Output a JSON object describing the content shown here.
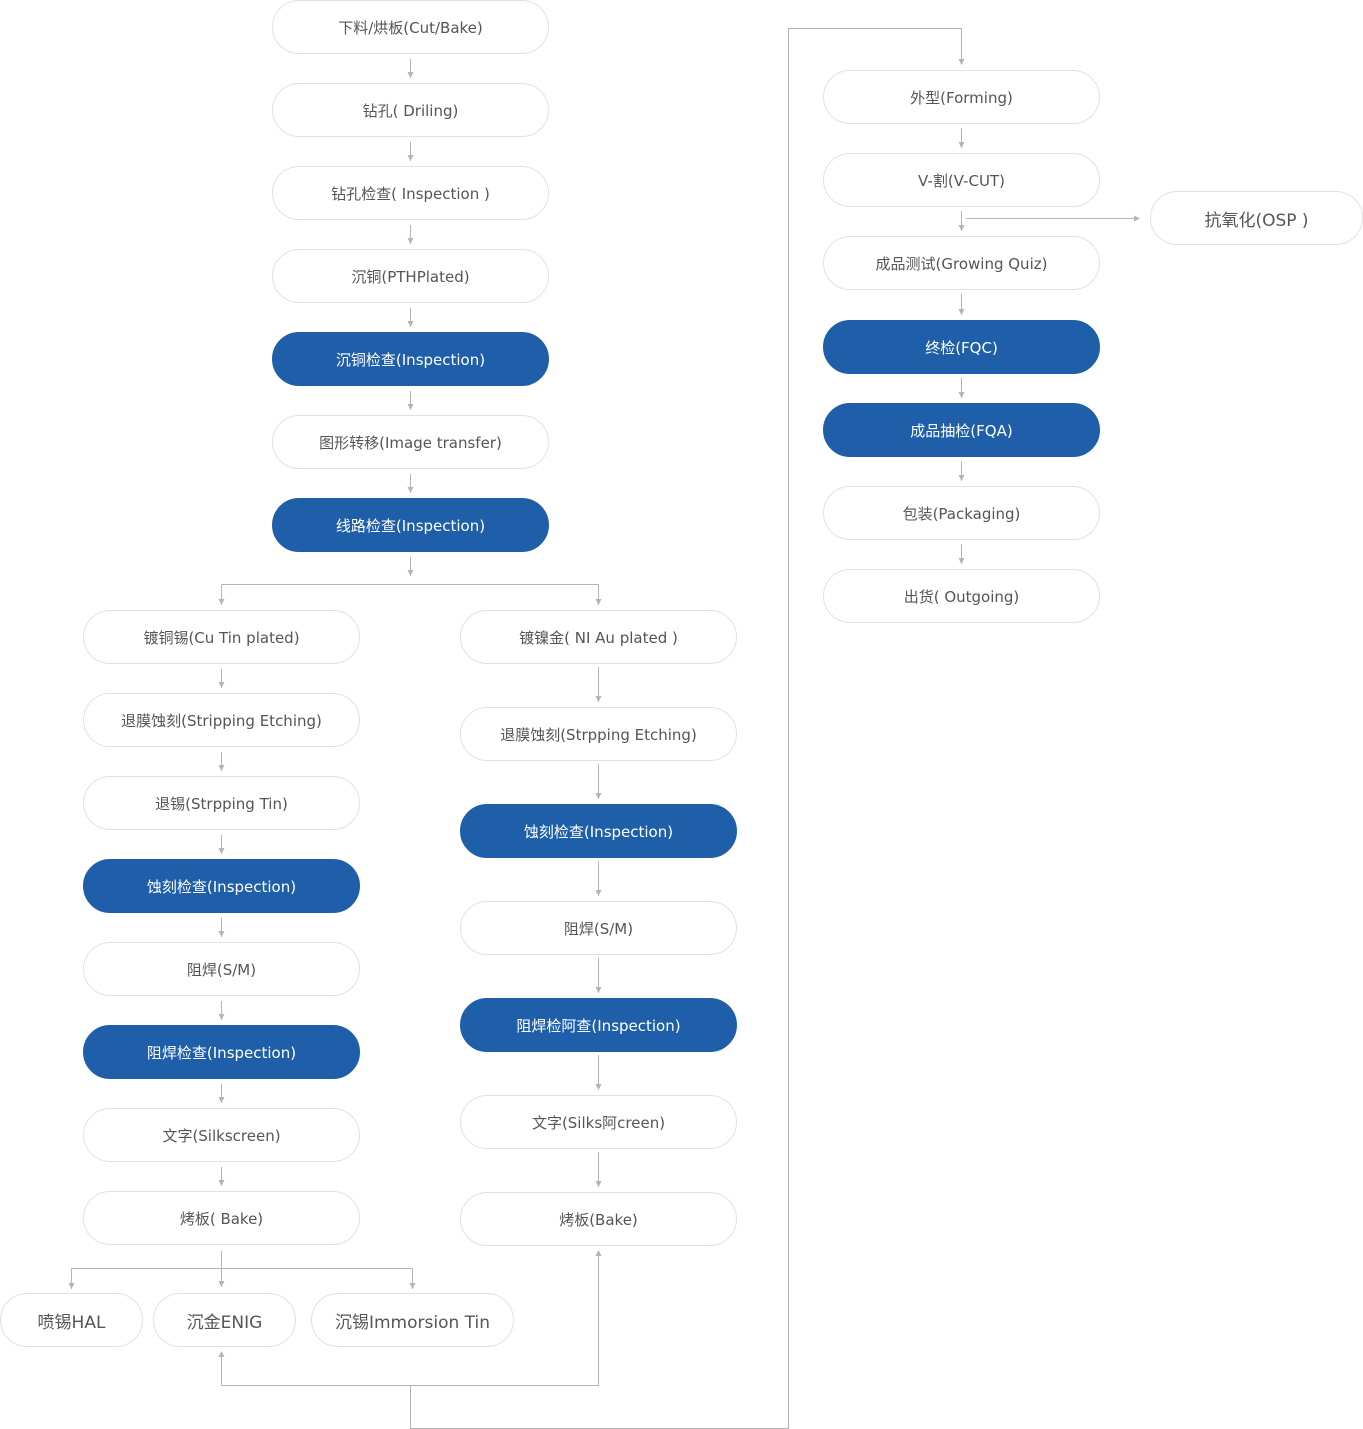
{
  "diagram": {
    "title": "",
    "main_flow": [
      {
        "id": "cut",
        "label": "下料/烘板(Cut/Bake)",
        "highlight": false
      },
      {
        "id": "drill",
        "label": "钻孔( Driling)",
        "highlight": false
      },
      {
        "id": "drill-insp",
        "label": "钻孔检查( Inspection )",
        "highlight": false
      },
      {
        "id": "pth",
        "label": "沉铜(PTHPlated)",
        "highlight": false
      },
      {
        "id": "pth-insp",
        "label": "沉铜检查(Inspection)",
        "highlight": true
      },
      {
        "id": "image",
        "label": "图形转移(Image transfer)",
        "highlight": false
      },
      {
        "id": "circuit-insp",
        "label": "线路检查(Inspection)",
        "highlight": true
      }
    ],
    "left_branch": [
      {
        "id": "cutin",
        "label": "镀铜锡(Cu Tin plated)",
        "highlight": false
      },
      {
        "id": "l-strip-etch",
        "label": "退膜蚀刻(Stripping Etching)",
        "highlight": false
      },
      {
        "id": "l-strip-tin",
        "label": "退锡(Strpping Tin)",
        "highlight": false
      },
      {
        "id": "l-etch-insp",
        "label": "蚀刻检查(Inspection)",
        "highlight": true
      },
      {
        "id": "l-sm",
        "label": "阻焊(S/M)",
        "highlight": false
      },
      {
        "id": "l-sm-insp",
        "label": "阻焊检查(Inspection)",
        "highlight": true
      },
      {
        "id": "l-silk",
        "label": "文字(Silkscreen)",
        "highlight": false
      },
      {
        "id": "l-bake",
        "label": "烤板( Bake)",
        "highlight": false
      }
    ],
    "right_branch": [
      {
        "id": "niau",
        "label": "镀镍金( NI Au plated )",
        "highlight": false
      },
      {
        "id": "r-strip-etch",
        "label": "退膜蚀刻(Strpping Etching)",
        "highlight": false
      },
      {
        "id": "r-etch-insp",
        "label": "蚀刻检查(Inspection)",
        "highlight": true
      },
      {
        "id": "r-sm",
        "label": "阻焊(S/M)",
        "highlight": false
      },
      {
        "id": "r-sm-insp",
        "label": "阻焊检阿查(Inspection)",
        "highlight": true
      },
      {
        "id": "r-silk",
        "label": "文字(Silks阿creen)",
        "highlight": false
      },
      {
        "id": "r-bake",
        "label": "烤板(Bake)",
        "highlight": false
      }
    ],
    "surface_finish": [
      {
        "id": "hal",
        "label": "喷锡HAL",
        "highlight": false
      },
      {
        "id": "enig",
        "label": "沉金ENIG",
        "highlight": false
      },
      {
        "id": "imtin",
        "label": "沉锡Immorsion Tin",
        "highlight": false
      }
    ],
    "final_flow": [
      {
        "id": "forming",
        "label": "外型(Forming)",
        "highlight": false
      },
      {
        "id": "vcut",
        "label": "V-割(V-CUT)",
        "highlight": false
      },
      {
        "id": "test",
        "label": "成品测试(Growing Quiz)",
        "highlight": false
      },
      {
        "id": "fqc",
        "label": "终检(FQC)",
        "highlight": true
      },
      {
        "id": "fqa",
        "label": "成品抽检(FQA)",
        "highlight": true
      },
      {
        "id": "pack",
        "label": "包装(Packaging)",
        "highlight": false
      },
      {
        "id": "out",
        "label": "出货( Outgoing)",
        "highlight": false
      }
    ],
    "side_branch": {
      "id": "osp",
      "label": "抗氧化(OSP )",
      "highlight": false
    },
    "colors": {
      "highlight": "#1f5fa9",
      "border": "#e2e2e2",
      "connector": "#b4b4b4",
      "text": "#555555"
    }
  }
}
